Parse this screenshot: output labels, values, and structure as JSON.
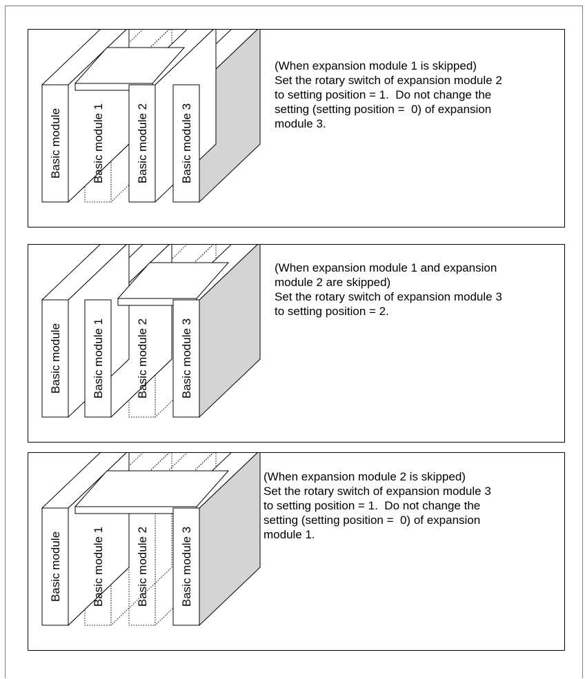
{
  "module_labels": [
    "Basic module",
    "Basic module 1",
    "Basic module 2",
    "Basic module 3"
  ],
  "colors": {
    "stroke": "#000000",
    "shade": "#d4d4d4",
    "face": "#ffffff"
  },
  "panels": [
    {
      "skipped": [
        1
      ],
      "shaded_front": [
        1
      ],
      "text": [
        "(When expansion module 1 is skipped)",
        "Set the rotary switch of expansion module 2",
        "to setting position = 1.  Do not change the",
        "setting (setting position =  0) of expansion",
        "module 3."
      ]
    },
    {
      "skipped": [
        2
      ],
      "shaded_front": [
        2
      ],
      "text": [
        "(When expansion module 1 and expansion",
        "module 2 are skipped)",
        "Set the rotary switch of expansion module 3",
        "to setting position = 2."
      ]
    },
    {
      "skipped": [
        1,
        2
      ],
      "shaded_front": [
        1
      ],
      "text": [
        "(When expansion module 2 is skipped)",
        "Set the rotary switch of expansion module 3",
        "to setting position = 1.  Do not change the",
        "setting (setting position =  0) of expansion",
        "module 1."
      ]
    }
  ]
}
